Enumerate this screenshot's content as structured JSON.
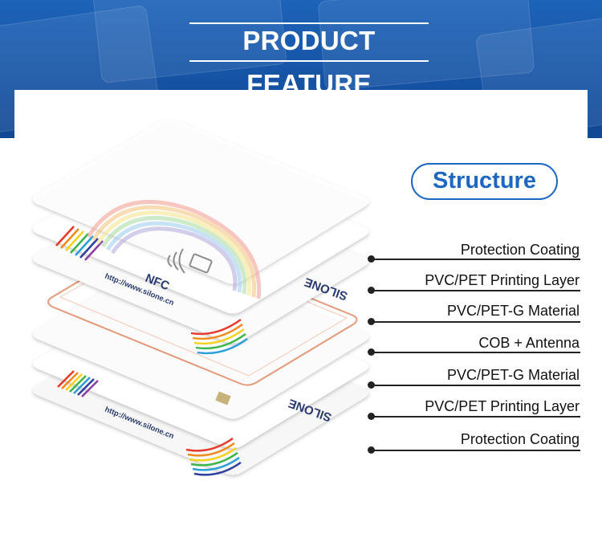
{
  "header": {
    "title": "PRODUCT FEATURE"
  },
  "structure": {
    "label": "Structure"
  },
  "layers": [
    {
      "label": "Protection Coating"
    },
    {
      "label": "PVC/PET Printing Layer"
    },
    {
      "label": "PVC/PET-G Material"
    },
    {
      "label": "COB + Antenna"
    },
    {
      "label": "PVC/PET-G Material"
    },
    {
      "label": "PVC/PET Printing Layer"
    },
    {
      "label": "Protection Coating"
    }
  ],
  "card": {
    "url": "http://www.silone.cn",
    "nfc_text": "NFC",
    "brand": "SILONE"
  },
  "colors": {
    "banner": "#1552a4",
    "accent": "#1e67c0",
    "antenna": "#e29a7a",
    "rainbow": [
      "#e63a2e",
      "#f08a1c",
      "#f5d21b",
      "#3cb54a",
      "#2a9fd8",
      "#2f3f9e",
      "#8b3fa0"
    ]
  }
}
